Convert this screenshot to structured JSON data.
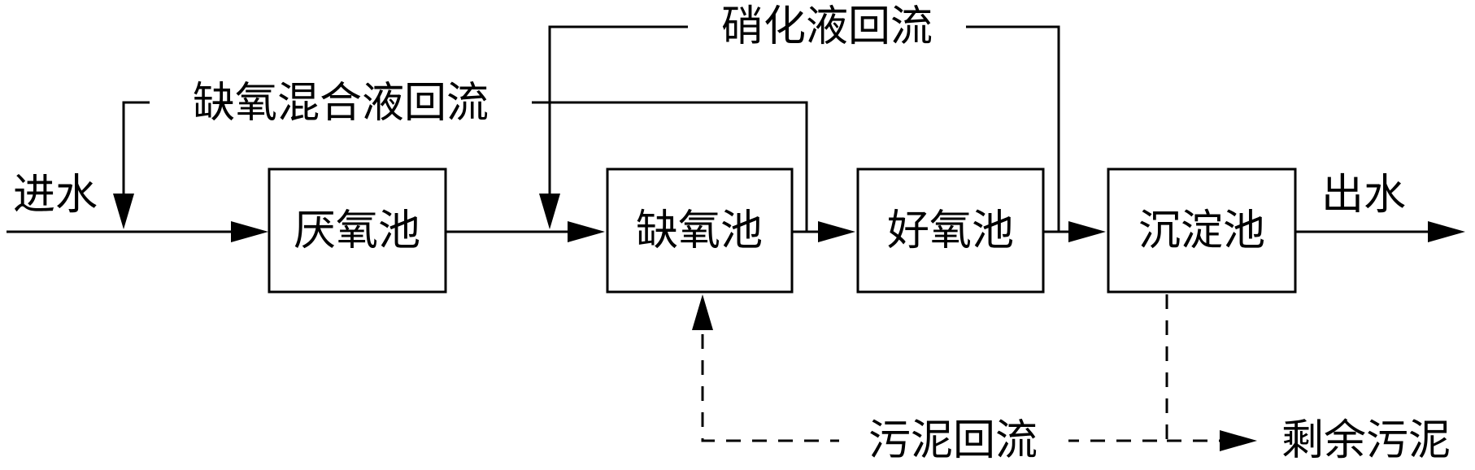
{
  "tanks": {
    "anaerobic": "厌氧池",
    "anoxic": "缺氧池",
    "aerobic": "好氧池",
    "settling": "沉淀池"
  },
  "flows": {
    "influent": "进水",
    "effluent": "出水",
    "nitrified_recycle": "硝化液回流",
    "anoxic_mixed_recycle": "缺氧混合液回流",
    "sludge_return": "污泥回流",
    "excess_sludge": "剩余污泥"
  }
}
